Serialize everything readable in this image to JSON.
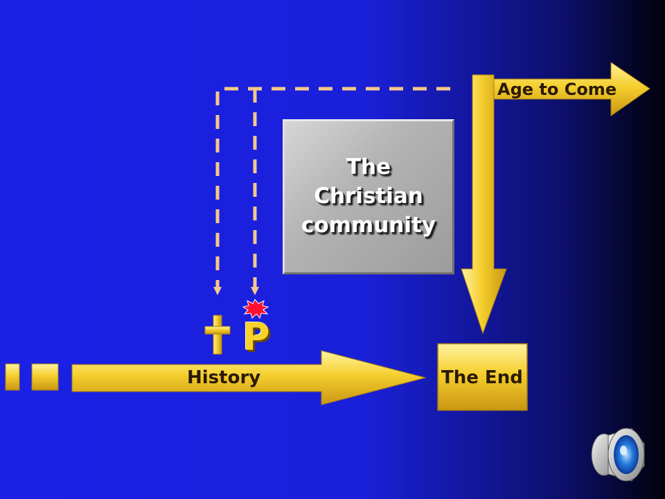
{
  "diagram": {
    "history_label": "History",
    "end_label": "The End",
    "age_label": "Age to Come",
    "christian_box": {
      "line1": "The",
      "line2": "Christian",
      "line3": "community"
    },
    "p_label": "P",
    "colors": {
      "background_left": "#1a20e6",
      "background_right": "#01010a",
      "arrow_yellow": "#f2c82a",
      "dashed_line": "#f6c78a",
      "box_gray": "#b4b4b4",
      "burst_red": "#ff1030"
    },
    "icons": [
      "cross-icon",
      "burst-icon",
      "speaker-icon"
    ]
  }
}
